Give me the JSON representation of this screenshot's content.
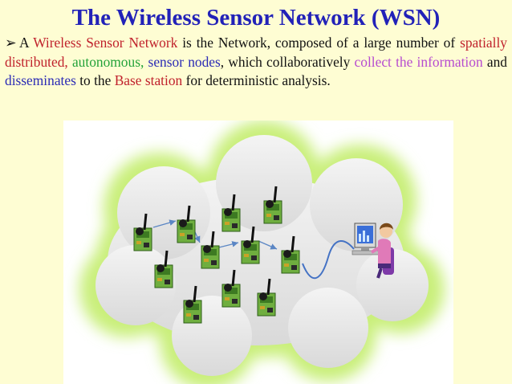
{
  "slide": {
    "title": "The Wireless Sensor Network (WSN)",
    "bullet_symbol": "➢",
    "paragraph": [
      {
        "t": "A ",
        "c": "plain"
      },
      {
        "t": "Wireless Sensor Network",
        "c": "red"
      },
      {
        "t": " is the Network, composed of a large number of ",
        "c": "plain"
      },
      {
        "t": "spatially distributed,",
        "c": "red"
      },
      {
        "t": " ",
        "c": "plain"
      },
      {
        "t": "autonomous,",
        "c": "green"
      },
      {
        "t": " ",
        "c": "plain"
      },
      {
        "t": "sensor nodes",
        "c": "blue"
      },
      {
        "t": ", which collaboratively ",
        "c": "plain"
      },
      {
        "t": "collect the information",
        "c": "purple"
      },
      {
        "t": " and ",
        "c": "plain"
      },
      {
        "t": "disseminates",
        "c": "blue"
      },
      {
        "t": " to the ",
        "c": "plain"
      },
      {
        "t": "Base station",
        "c": "red"
      },
      {
        "t": " for deterministic  analysis.",
        "c": "plain"
      }
    ]
  },
  "colors": {
    "title": "#2222b8",
    "background": "#fefdd3",
    "cloud_glow": "#c9ef7a",
    "cloud_fill": "#e3e3e3",
    "arrow": "#5b86c4",
    "link_wave": "#4472c4"
  },
  "figure": {
    "icons": [
      "sensor-node-icon",
      "base-station-user-icon",
      "computer-monitor-icon"
    ]
  }
}
